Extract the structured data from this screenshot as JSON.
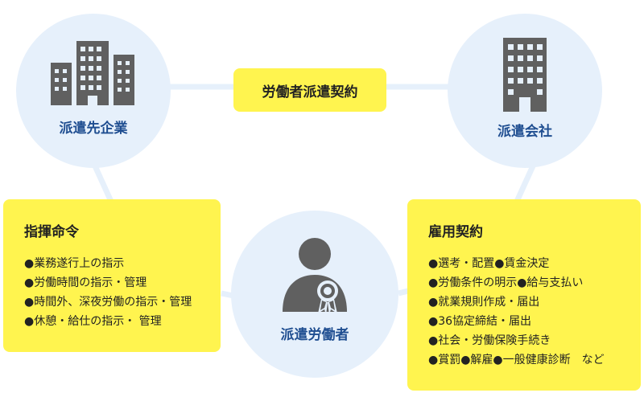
{
  "nodes": {
    "client": {
      "label": "派遣先企業"
    },
    "agency": {
      "label": "派遣会社"
    },
    "worker": {
      "label": "派遣労働者"
    }
  },
  "dispatch_contract": {
    "label": "労働者派遣契約"
  },
  "command_card": {
    "title": "指揮命令",
    "items": [
      "●業務遂行上の指示",
      "●労働時間の指示・管理",
      "●時間外、深夜労働の指示・管理",
      "●休憩・給仕の指示・ 管理"
    ]
  },
  "employment_card": {
    "title": "雇用契約",
    "items": [
      "●選考・配置●賃金決定",
      "●労働条件の明示●給与支払い",
      "●就業規則作成・届出",
      "●36協定締結・届出",
      "●社会・労働保険手続き",
      "●賞罰●解雇●一般健康診断　など"
    ]
  },
  "colors": {
    "circle_fill": "#e6f0fb",
    "line": "#e6f0fb",
    "card_fill": "#fff44f",
    "node_label": "#1f4e91",
    "icon": "#606060"
  },
  "icons": {
    "client": "office-buildings-icon",
    "agency": "office-building-icon",
    "worker": "worker-badge-icon"
  }
}
